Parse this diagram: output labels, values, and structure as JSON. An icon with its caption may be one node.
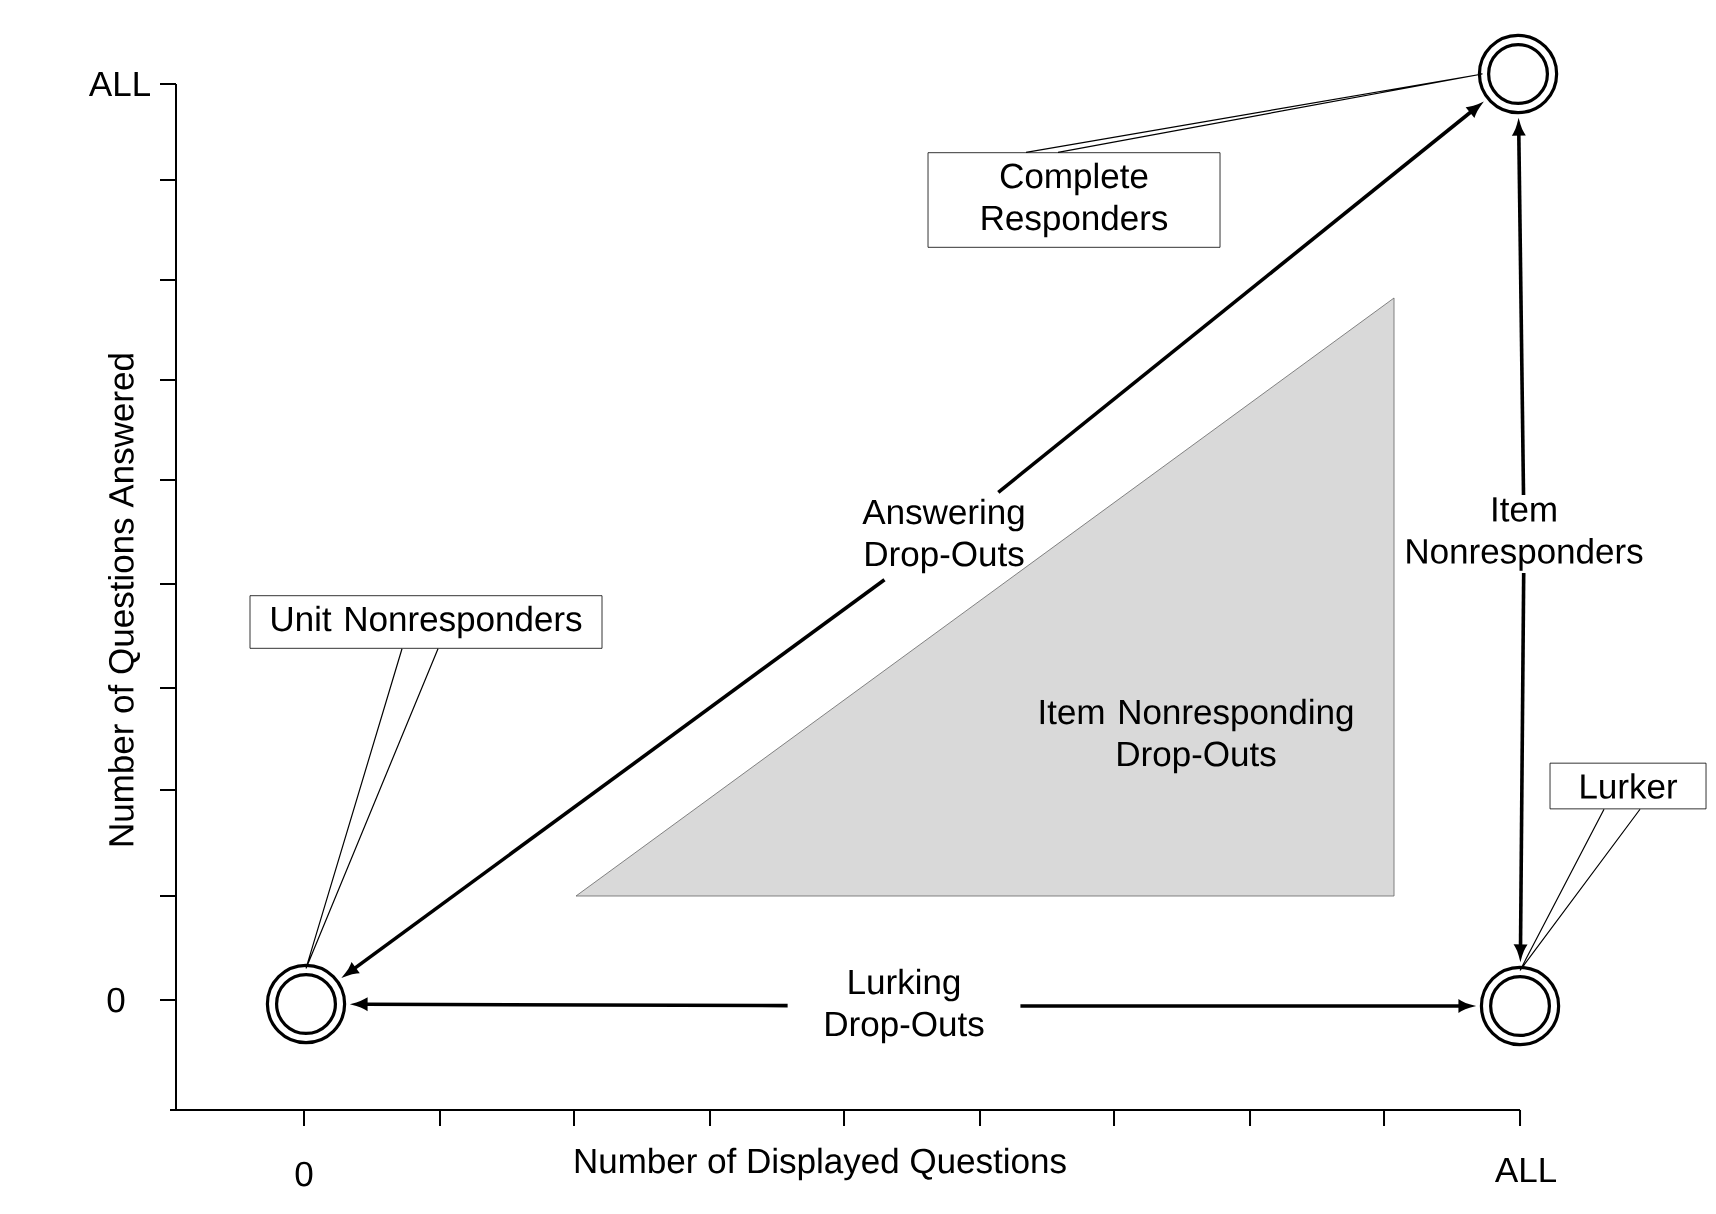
{
  "diagram": {
    "nodes": [
      {
        "text": [],
        "shape": "circle"
      },
      {
        "text": [],
        "shape": "circle"
      },
      {
        "text": [],
        "shape": "circle"
      },
      {
        "text": [
          "Unit Nonresponders"
        ]
      },
      {
        "text": [
          "Complete Responders"
        ]
      },
      {
        "text": [
          "Lurker"
        ]
      },
      {
        "text": [
          "Answering Drop-Outs"
        ]
      },
      {
        "text": [
          "Lurking Drop-Outs"
        ]
      },
      {
        "text": [
          "Item Nonresponders"
        ]
      },
      {
        "text": [
          "Item Nonresponding Drop-Outs"
        ]
      }
    ],
    "edges": [
      {
        "from": 3,
        "to": 0,
        "arrow": "none"
      },
      {
        "from": 4,
        "to": 2,
        "arrow": "none"
      },
      {
        "from": 5,
        "to": 1,
        "arrow": "none"
      },
      {
        "from": 6,
        "to": 0,
        "arrow": "to"
      },
      {
        "from": 6,
        "to": 2,
        "arrow": "to"
      },
      {
        "from": 7,
        "to": 0,
        "arrow": "to"
      },
      {
        "from": 7,
        "to": 1,
        "arrow": "to"
      },
      {
        "from": 8,
        "to": 2,
        "arrow": "to"
      },
      {
        "from": 8,
        "to": 1,
        "arrow": "to"
      }
    ],
    "labels": [
      "ALL",
      "Number of Questions Answered",
      "0",
      "0",
      "Number of Displayed Questions",
      "ALL"
    ]
  }
}
